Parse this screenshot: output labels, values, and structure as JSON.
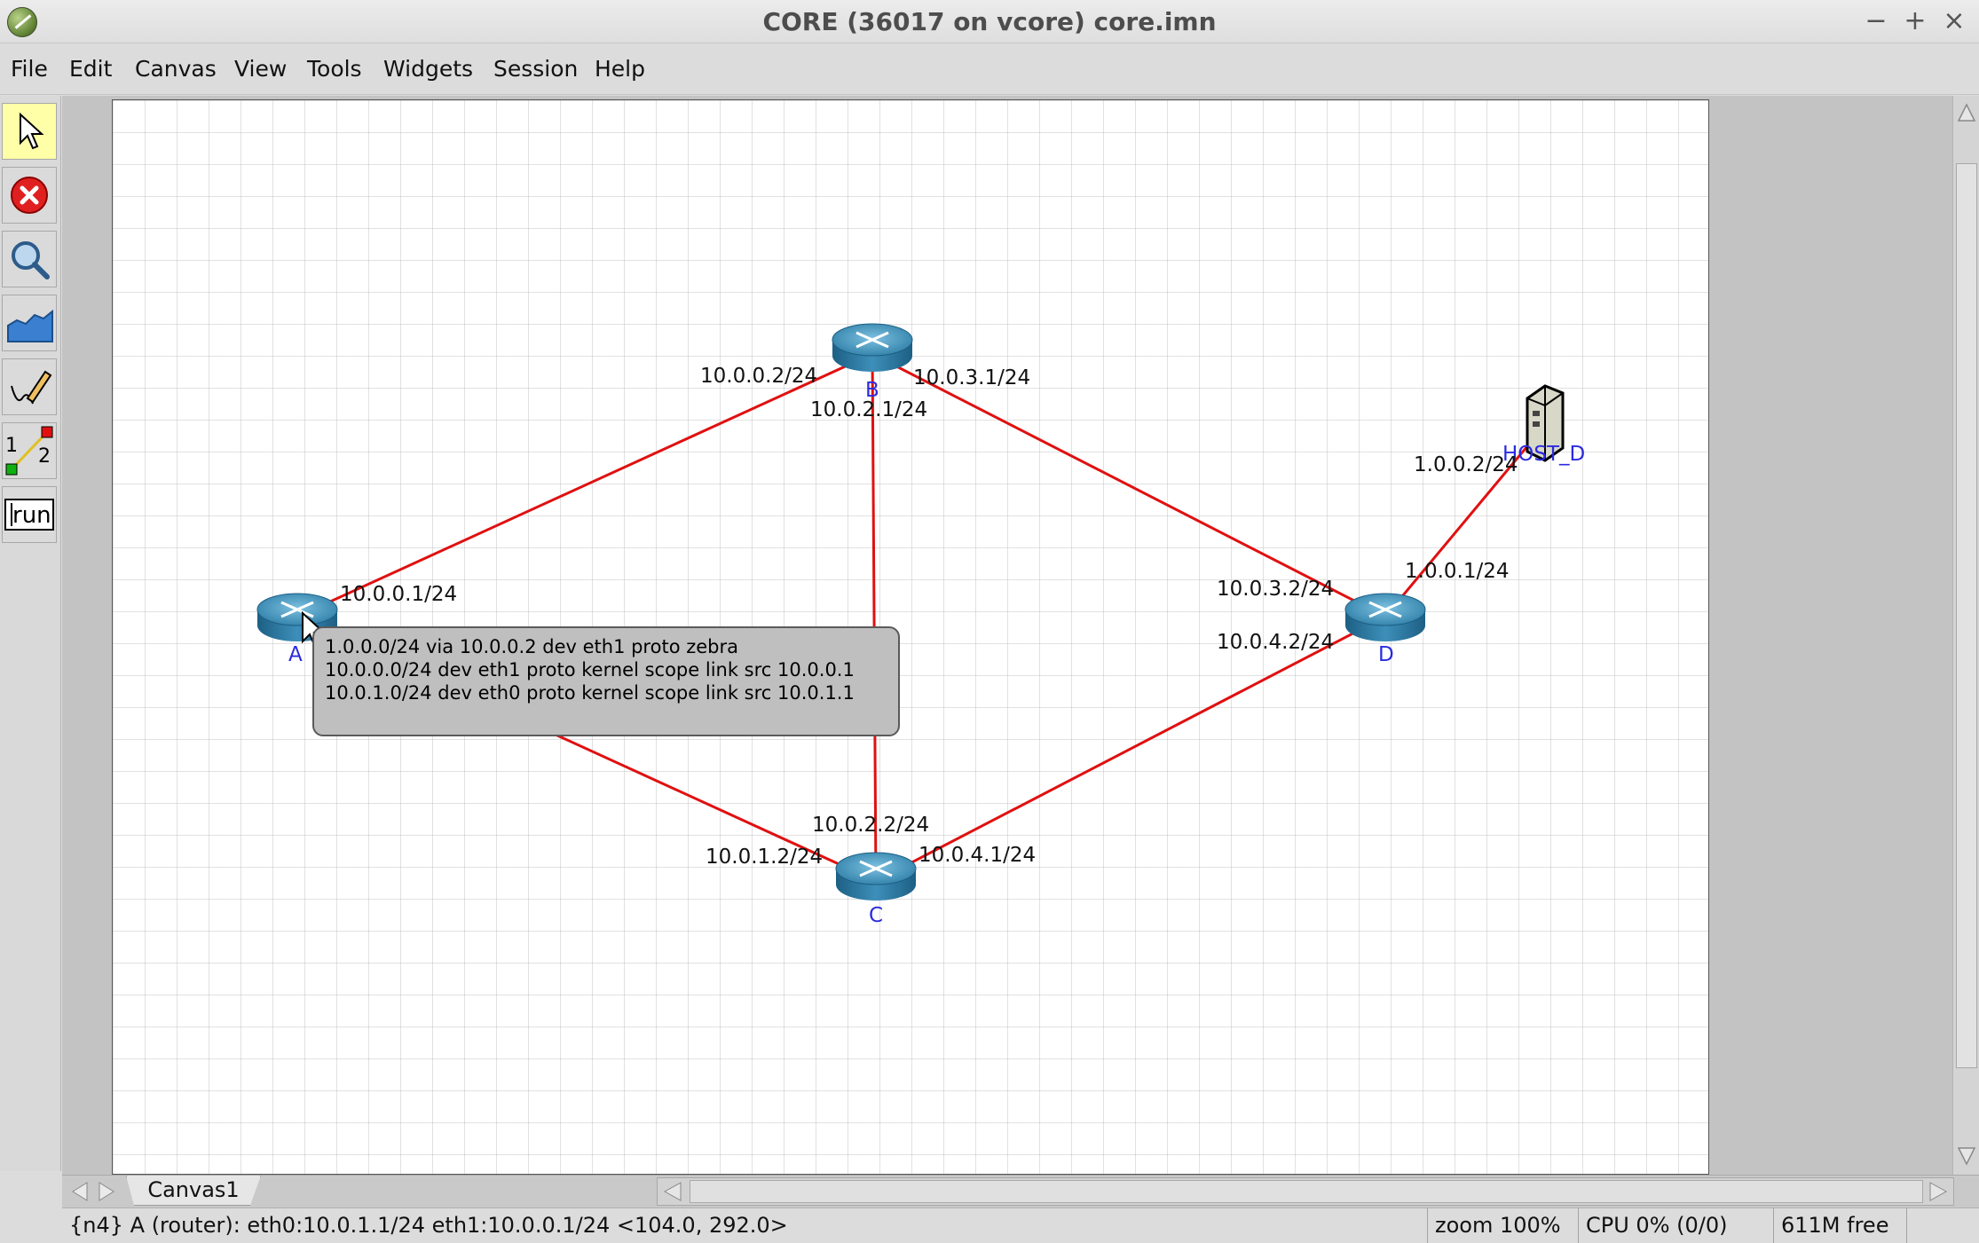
{
  "window": {
    "title": "CORE (36017 on vcore) core.imn",
    "minimize": "−",
    "maximize": "+",
    "close": "×"
  },
  "menu": [
    "File",
    "Edit",
    "Canvas",
    "View",
    "Tools",
    "Widgets",
    "Session",
    "Help"
  ],
  "toolbar": {
    "tools": [
      "select-tool",
      "stop-session-tool",
      "observer-tool",
      "plot-tool",
      "marker-tool",
      "two-node-tool",
      "run-tool"
    ],
    "run_label": "run",
    "two_node_a": "1",
    "two_node_b": "2"
  },
  "nodes": {
    "A": "A",
    "B": "B",
    "C": "C",
    "D": "D",
    "HOST_D": "HOST_D"
  },
  "interfaces": {
    "a_to_b": "10.0.0.1/24",
    "b_to_a": "10.0.0.2/24",
    "b_to_d": "10.0.3.1/24",
    "b_to_c": "10.0.2.1/24",
    "d_to_b": "10.0.3.2/24",
    "d_to_c": "10.0.4.2/24",
    "d_to_host": "1.0.0.1/24",
    "host_to_d": "1.0.0.2/24",
    "c_to_b": "10.0.2.2/24",
    "c_to_a": "10.0.1.2/24",
    "c_to_d": "10.0.4.1/24"
  },
  "tooltip": {
    "lines": [
      "1.0.0.0/24 via 10.0.0.2 dev eth1  proto zebra",
      "10.0.0.0/24 dev eth1  proto kernel  scope link  src 10.0.0.1",
      "10.0.1.0/24 dev eth0  proto kernel  scope link  src 10.0.1.1"
    ]
  },
  "tabs": {
    "canvas1": "Canvas1"
  },
  "status": {
    "node_info": "{n4} A (router): eth0:10.0.1.1/24 eth1:10.0.0.1/24 <104.0, 292.0>",
    "zoom": "zoom 100%",
    "cpu": "CPU 0% (0/0)",
    "memory": "611M free"
  },
  "colors": {
    "link": "#e01010",
    "router": "#2f7fa8",
    "node_label": "#2a2adf",
    "selected_tool": "#ffffa8"
  }
}
